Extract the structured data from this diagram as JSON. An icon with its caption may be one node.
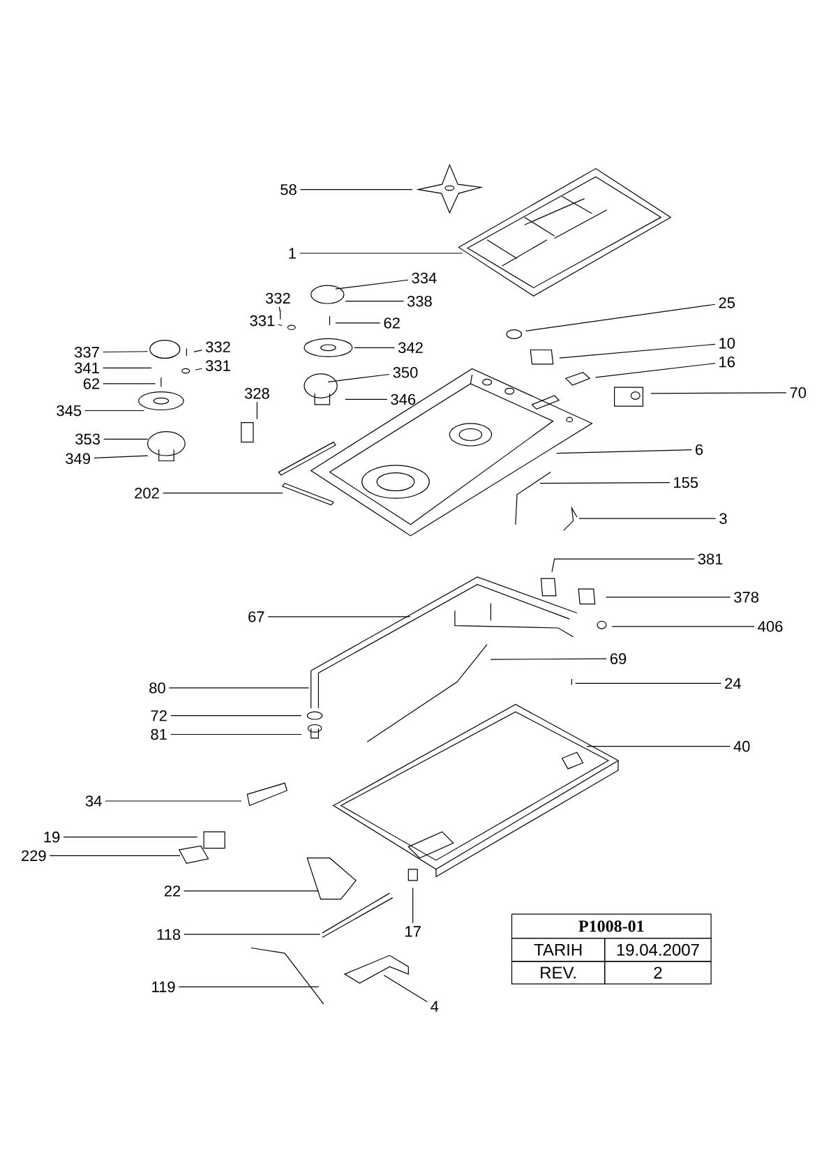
{
  "diagram": {
    "nodes": [
      {
        "text": [
          "58"
        ]
      },
      {
        "text": [
          "1"
        ]
      },
      {
        "text": [
          "334"
        ]
      },
      {
        "text": [
          "338"
        ]
      },
      {
        "text": [
          "332"
        ]
      },
      {
        "text": [
          "331"
        ]
      },
      {
        "text": [
          "62"
        ]
      },
      {
        "text": [
          "337"
        ]
      },
      {
        "text": [
          "341"
        ]
      },
      {
        "text": [
          "332"
        ]
      },
      {
        "text": [
          "331"
        ]
      },
      {
        "text": [
          "62"
        ]
      },
      {
        "text": [
          "342"
        ]
      },
      {
        "text": [
          "350"
        ]
      },
      {
        "text": [
          "346"
        ]
      },
      {
        "text": [
          "328"
        ]
      },
      {
        "text": [
          "345"
        ]
      },
      {
        "text": [
          "353"
        ]
      },
      {
        "text": [
          "349"
        ]
      },
      {
        "text": [
          "25"
        ]
      },
      {
        "text": [
          "10"
        ]
      },
      {
        "text": [
          "16"
        ]
      },
      {
        "text": [
          "70"
        ]
      },
      {
        "text": [
          "6"
        ]
      },
      {
        "text": [
          "202"
        ]
      },
      {
        "text": [
          "155"
        ]
      },
      {
        "text": [
          "3"
        ]
      },
      {
        "text": [
          "381"
        ]
      },
      {
        "text": [
          "378"
        ]
      },
      {
        "text": [
          "406"
        ]
      },
      {
        "text": [
          "67"
        ]
      },
      {
        "text": [
          "69"
        ]
      },
      {
        "text": [
          "24"
        ]
      },
      {
        "text": [
          "80"
        ]
      },
      {
        "text": [
          "72"
        ]
      },
      {
        "text": [
          "81"
        ]
      },
      {
        "text": [
          "40"
        ]
      },
      {
        "text": [
          "34"
        ]
      },
      {
        "text": [
          "19"
        ]
      },
      {
        "text": [
          "229"
        ]
      },
      {
        "text": [
          "22"
        ]
      },
      {
        "text": [
          "118"
        ]
      },
      {
        "text": [
          "17"
        ]
      },
      {
        "text": [
          "119"
        ]
      },
      {
        "text": [
          "4"
        ]
      }
    ],
    "edges": [
      {
        "from": 0,
        "to": null,
        "arrow": "none"
      },
      {
        "from": 1,
        "to": null,
        "arrow": "none"
      },
      {
        "from": 2,
        "to": null,
        "arrow": "none"
      },
      {
        "from": 3,
        "to": null,
        "arrow": "none"
      },
      {
        "from": 4,
        "to": null,
        "arrow": "none"
      },
      {
        "from": 5,
        "to": null,
        "arrow": "none"
      },
      {
        "from": 6,
        "to": null,
        "arrow": "none"
      },
      {
        "from": 7,
        "to": null,
        "arrow": "none"
      },
      {
        "from": 8,
        "to": null,
        "arrow": "none"
      },
      {
        "from": 9,
        "to": null,
        "arrow": "none"
      },
      {
        "from": 10,
        "to": null,
        "arrow": "none"
      },
      {
        "from": 11,
        "to": null,
        "arrow": "none"
      },
      {
        "from": 12,
        "to": null,
        "arrow": "none"
      },
      {
        "from": 13,
        "to": null,
        "arrow": "none"
      },
      {
        "from": 14,
        "to": null,
        "arrow": "none"
      },
      {
        "from": 15,
        "to": null,
        "arrow": "none"
      },
      {
        "from": 16,
        "to": null,
        "arrow": "none"
      },
      {
        "from": 17,
        "to": null,
        "arrow": "none"
      },
      {
        "from": 18,
        "to": null,
        "arrow": "none"
      },
      {
        "from": 19,
        "to": null,
        "arrow": "none"
      },
      {
        "from": 20,
        "to": null,
        "arrow": "none"
      },
      {
        "from": 21,
        "to": null,
        "arrow": "none"
      },
      {
        "from": 22,
        "to": null,
        "arrow": "none"
      },
      {
        "from": 23,
        "to": null,
        "arrow": "none"
      },
      {
        "from": 24,
        "to": null,
        "arrow": "none"
      },
      {
        "from": 25,
        "to": null,
        "arrow": "none"
      },
      {
        "from": 26,
        "to": null,
        "arrow": "none"
      },
      {
        "from": 27,
        "to": null,
        "arrow": "none"
      },
      {
        "from": 28,
        "to": null,
        "arrow": "none"
      },
      {
        "from": 29,
        "to": null,
        "arrow": "none"
      },
      {
        "from": 30,
        "to": null,
        "arrow": "none"
      },
      {
        "from": 31,
        "to": null,
        "arrow": "none"
      },
      {
        "from": 32,
        "to": null,
        "arrow": "none"
      },
      {
        "from": 33,
        "to": null,
        "arrow": "none"
      },
      {
        "from": 34,
        "to": null,
        "arrow": "none"
      },
      {
        "from": 35,
        "to": null,
        "arrow": "none"
      },
      {
        "from": 36,
        "to": null,
        "arrow": "none"
      },
      {
        "from": 37,
        "to": null,
        "arrow": "none"
      },
      {
        "from": 38,
        "to": null,
        "arrow": "none"
      },
      {
        "from": 39,
        "to": null,
        "arrow": "none"
      },
      {
        "from": 40,
        "to": null,
        "arrow": "none"
      },
      {
        "from": 41,
        "to": null,
        "arrow": "none"
      },
      {
        "from": 42,
        "to": null,
        "arrow": "none"
      },
      {
        "from": 43,
        "to": null,
        "arrow": "none"
      },
      {
        "from": 44,
        "to": null,
        "arrow": "none"
      }
    ],
    "labels": [
      "P1008-01",
      "TARIH",
      "19.04.2007",
      "REV.",
      "2"
    ]
  }
}
